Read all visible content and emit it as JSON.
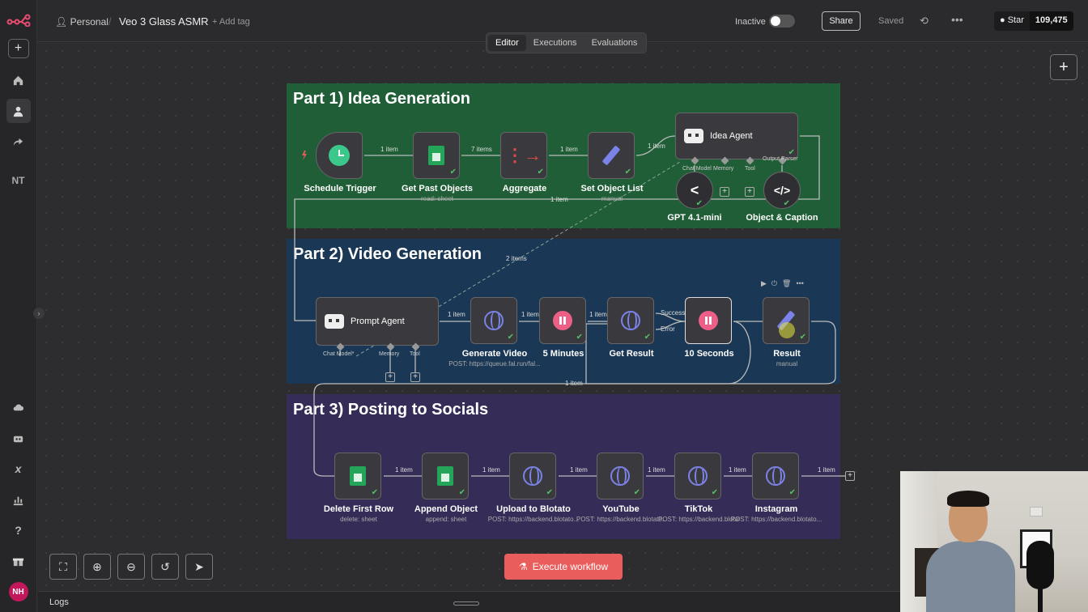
{
  "topbar": {
    "owner": "Personal",
    "separator": "/",
    "workflow_name": "Veo 3 Glass ASMR",
    "add_tag": "+ Add tag",
    "status_label": "Inactive",
    "share": "Share",
    "saved": "Saved",
    "github_star": "Star",
    "github_count": "109,475"
  },
  "tabs": [
    "Editor",
    "Executions",
    "Evaluations"
  ],
  "sidebar": {
    "initials": "NT",
    "avatar": "NH"
  },
  "stickies": {
    "part1": "Part 1) Idea Generation",
    "part2": "Part 2) Video Generation",
    "part3": "Part 3) Posting to Socials"
  },
  "nodes": {
    "schedule_trigger": {
      "label": "Schedule Trigger"
    },
    "get_past_objects": {
      "label": "Get Past Objects",
      "sub": "read: sheet"
    },
    "aggregate": {
      "label": "Aggregate"
    },
    "set_object_list": {
      "label": "Set Object List",
      "sub": "manual"
    },
    "idea_agent": {
      "label": "Idea Agent"
    },
    "gpt": {
      "label": "GPT 4.1-mini"
    },
    "object_caption": {
      "label": "Object & Caption"
    },
    "prompt_agent": {
      "label": "Prompt Agent"
    },
    "generate_video": {
      "label": "Generate Video",
      "sub": "POST: https://queue.fal.run/fal..."
    },
    "five_minutes": {
      "label": "5 Minutes"
    },
    "get_result": {
      "label": "Get Result"
    },
    "ten_seconds": {
      "label": "10 Seconds"
    },
    "result": {
      "label": "Result",
      "sub": "manual"
    },
    "delete_first_row": {
      "label": "Delete First Row",
      "sub": "delete: sheet"
    },
    "append_object": {
      "label": "Append Object",
      "sub": "append: sheet"
    },
    "upload_blotato": {
      "label": "Upload to Blotato",
      "sub": "POST: https://backend.blotato..."
    },
    "youtube": {
      "label": "YouTube",
      "sub": "POST: https://backend.blotato..."
    },
    "tiktok": {
      "label": "TikTok",
      "sub": "POST: https://backend.blotato..."
    },
    "instagram": {
      "label": "Instagram",
      "sub": "POST: https://backend.blotato..."
    }
  },
  "connector_labels": {
    "chat_model": "Chat Model",
    "chat_model_req": "Chat Model*",
    "memory": "Memory",
    "tool": "Tool",
    "output_parser": "Output Parser",
    "success": "Success",
    "error": "Error"
  },
  "wire_labels": {
    "one_item": "1 item",
    "seven_items": "7 items",
    "two_items": "2 items"
  },
  "bottom": {
    "execute": "Execute workflow",
    "logs": "Logs"
  },
  "colors": {
    "part1_bg": "#1f5e36",
    "part2_bg": "#1a3855",
    "part3_bg": "#352d58",
    "execute": "#ea5d5d",
    "success_check": "#54c06a"
  }
}
